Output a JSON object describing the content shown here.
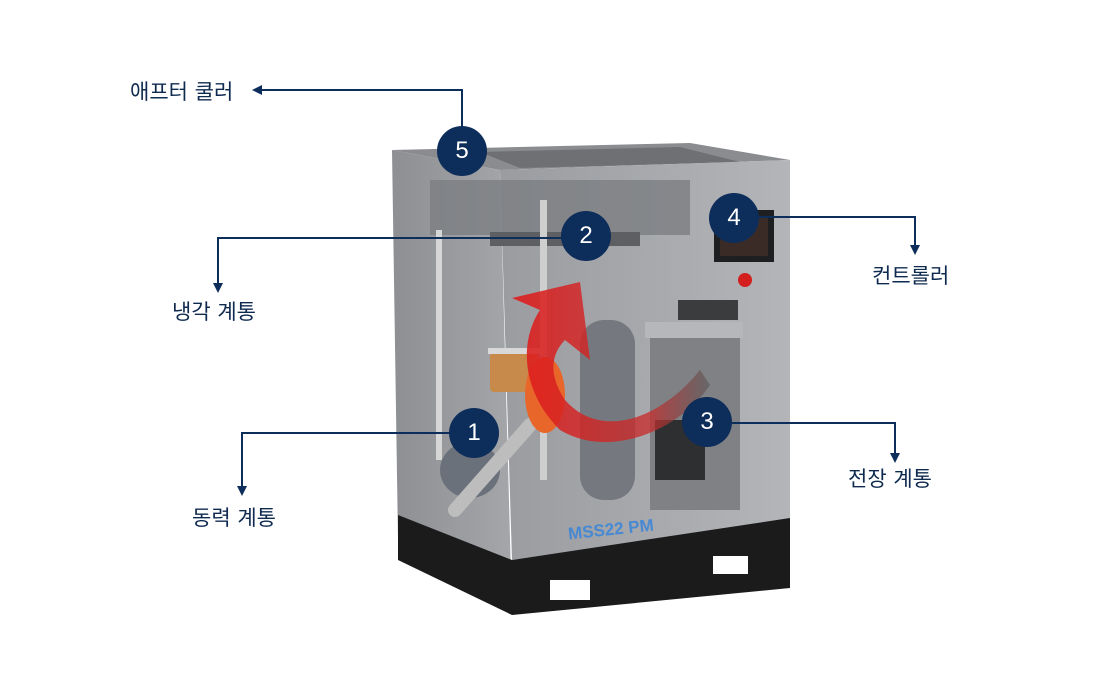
{
  "diagram": {
    "subject": "air compressor",
    "model_label": "MSS22 PM",
    "accent_color": "#0d2d5b",
    "callouts": [
      {
        "number": "1",
        "label": "동력 계통"
      },
      {
        "number": "2",
        "label": "냉각 계통"
      },
      {
        "number": "3",
        "label": "전장 계통"
      },
      {
        "number": "4",
        "label": "컨트롤러"
      },
      {
        "number": "5",
        "label": "애프터 쿨러"
      }
    ]
  }
}
